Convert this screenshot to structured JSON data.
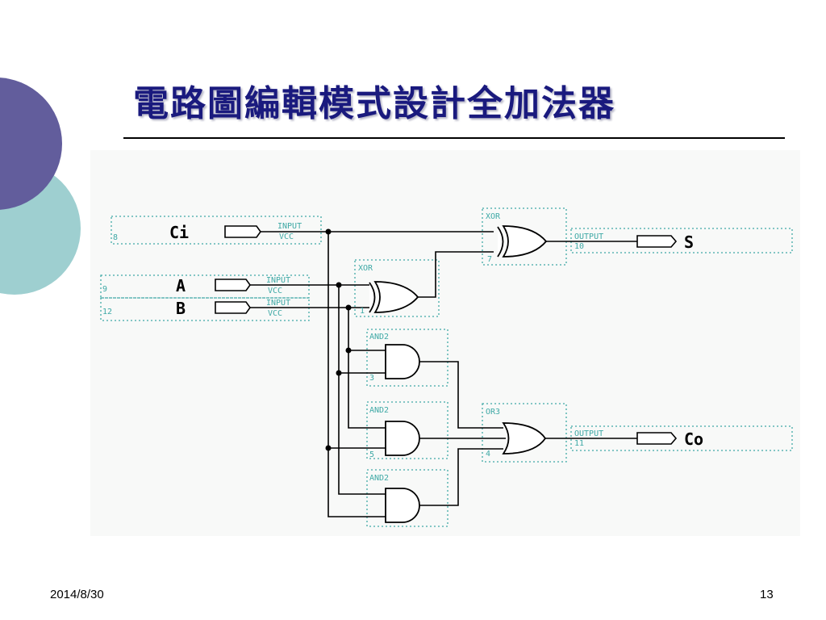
{
  "slide": {
    "title": "電路圖編輯模式設計全加法器",
    "date": "2014/8/30",
    "page_number": "13"
  },
  "schematic": {
    "inputs": [
      {
        "name": "Ci",
        "pin": "8",
        "type": "INPUT",
        "sub": "VCC"
      },
      {
        "name": "A",
        "pin": "9",
        "type": "INPUT",
        "sub": "VCC"
      },
      {
        "name": "B",
        "pin": "12",
        "type": "INPUT",
        "sub": "VCC"
      }
    ],
    "outputs": [
      {
        "name": "S",
        "pin": "10",
        "type": "OUTPUT"
      },
      {
        "name": "Co",
        "pin": "11",
        "type": "OUTPUT"
      }
    ],
    "gates": [
      {
        "type": "XOR",
        "inst": "7"
      },
      {
        "type": "XOR",
        "inst": "1"
      },
      {
        "type": "AND2",
        "inst": "3"
      },
      {
        "type": "AND2",
        "inst": "5"
      },
      {
        "type": "AND2",
        "inst": ""
      },
      {
        "type": "OR3",
        "inst": "4"
      }
    ]
  },
  "colors": {
    "title": "#1a1a7e",
    "deco_purple": "#625d9c",
    "deco_teal": "#9ecfd0",
    "dotted_box": "#3fa9a6",
    "wire": "#000000"
  }
}
